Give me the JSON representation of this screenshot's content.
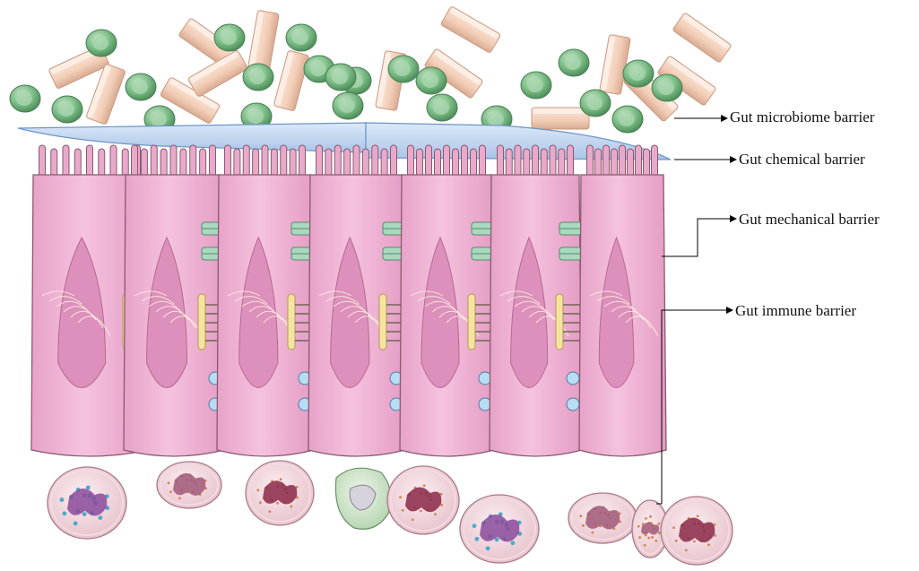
{
  "labels": {
    "microbiome": "Gut microbiome barrier",
    "chemical": "Gut chemical barrier",
    "mechanical": "Gut mechanical barrier",
    "immune": "Gut immune barrier"
  },
  "colors": {
    "cell_fill": "#ecaed0",
    "cell_stroke": "#8a5a6e",
    "nucleus_fill": "#dd90bc",
    "mucus_fill": "#c4d8f2",
    "bacteria_round": "#7fbf8a",
    "bacteria_rod": "#f4d4c0",
    "tight_junction": "#a9d8bf",
    "adherens": "#f4e4a0",
    "desmosome": "#b8dcf2",
    "leader": "#000000"
  },
  "icons": {
    "round_bacterium": "round-bacterium-icon",
    "rod_bacterium": "rod-bacterium-icon",
    "immune_cell": "immune-cell-icon"
  }
}
